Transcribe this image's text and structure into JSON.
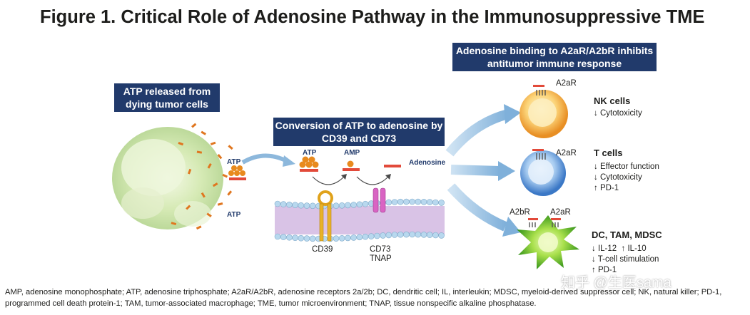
{
  "title": "Figure 1. Critical Role of Adenosine Pathway in the Immunosuppressive TME",
  "boxes": {
    "atp_release": "ATP released from dying tumor cells",
    "conversion": "Conversion of ATP to adenosine by CD39 and CD73",
    "adenosine_binding": "Adenosine binding to A2aR/A2bR inhibits antitumor immune response"
  },
  "molecules": {
    "atp1": "ATP",
    "atp2": "ATP",
    "atp_membrane": "ATP",
    "amp": "AMP",
    "adenosine": "Adenosine",
    "cd39": "CD39",
    "cd73": "CD73",
    "tnap": "TNAP"
  },
  "cells": {
    "nk": {
      "name": "NK cells",
      "receptor": "A2aR",
      "effects": [
        "↓ Cytotoxicity"
      ]
    },
    "t": {
      "name": "T cells",
      "receptor": "A2aR",
      "effects": [
        "↓ Effector function",
        "↓ Cytotoxicity",
        "↑ PD-1"
      ]
    },
    "dc": {
      "name": "DC, TAM, MDSC",
      "receptors": [
        "A2bR",
        "A2aR"
      ],
      "effects": [
        "↓ IL-12  ↑ IL-10",
        "↓ T-cell stimulation",
        "↑ PD-1"
      ]
    }
  },
  "footnote": "AMP, adenosine monophosphate; ATP, adenosine triphosphate; A2aR/A2bR, adenosine receptors 2a/2b; DC, dendritic cell; IL, interleukin; MDSC, myeloid-derived suppressor cell; NK, natural killer; PD-1, programmed cell death protein-1; TAM, tumor-associated macrophage; TME, tumor microenvironment; TNAP, tissue nonspecific alkaline phosphatase.",
  "watermark": "知乎 @生医sama",
  "colors": {
    "navy": "#213a6b",
    "arrow": "#8db8dc",
    "ligand": "#e24a3a",
    "atp_bead": "#e88a1e",
    "nk_cell": "#f0a13b",
    "t_cell": "#4f8fd6",
    "dc_cell": "#6cc33a",
    "membrane_head": "#b8d8ee",
    "membrane_tail": "#c9a6d8"
  }
}
